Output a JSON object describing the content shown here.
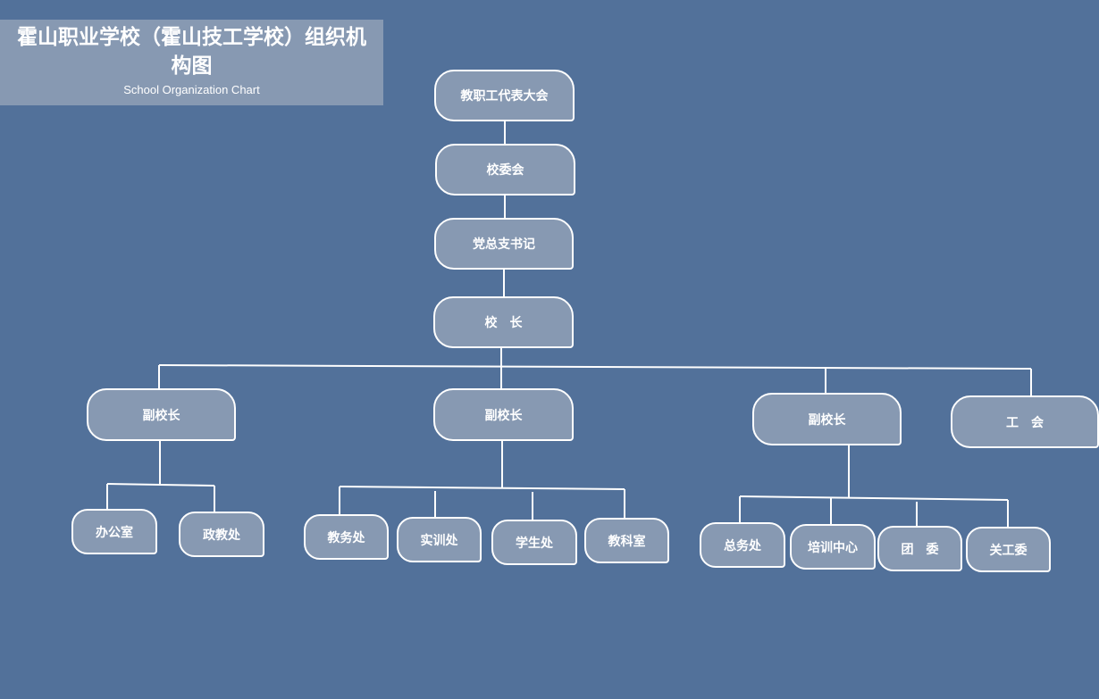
{
  "header": {
    "title": "霍山职业学校（霍山技工学校）组织机构图",
    "subtitle": "School Organization Chart"
  },
  "nodes": {
    "staff_congress": "教职工代表大会",
    "school_committee": "校委会",
    "party_secretary": "党总支书记",
    "principal": "校　长",
    "vice_principal_1": "副校长",
    "vice_principal_2": "副校长",
    "vice_principal_3": "副校长",
    "labor_union": "工　会",
    "general_office": "办公室",
    "political_office": "政教处",
    "academic_affairs": "教务处",
    "practical_training": "实训处",
    "student_affairs": "学生处",
    "teaching_research": "教科室",
    "general_affairs": "总务处",
    "training_center": "培训中心",
    "youth_league": "团　委",
    "care_committee": "关工委"
  },
  "colors": {
    "background": "#52719a",
    "node_fill": "#8799b2",
    "line": "#ffffff"
  }
}
